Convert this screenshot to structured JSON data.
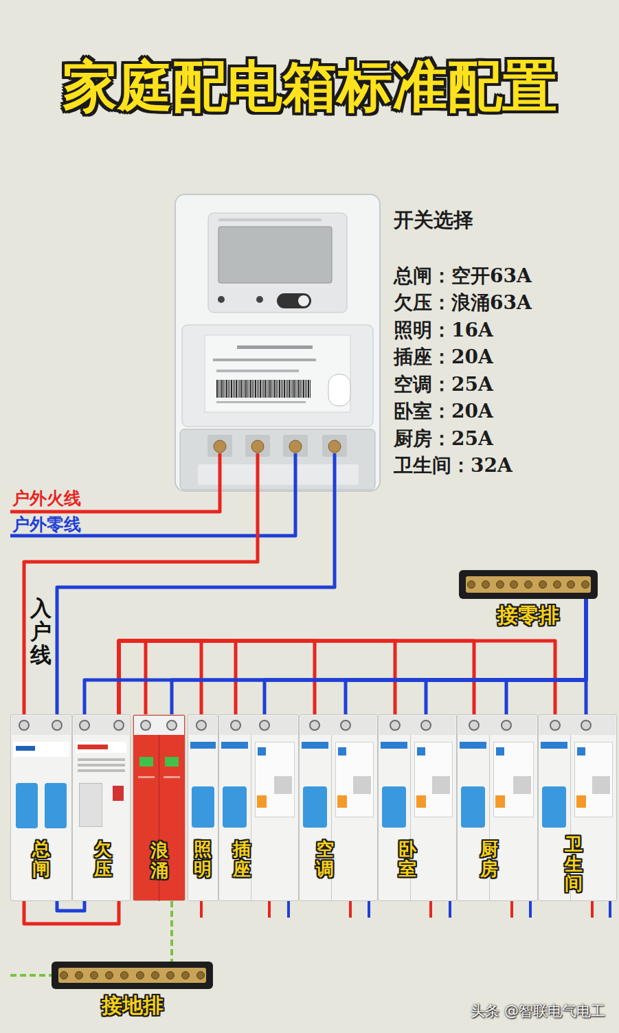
{
  "diagram": {
    "title": "家庭配电箱标准配置",
    "nodes": [
      {
        "text": [
          "接零排"
        ]
      },
      {
        "text": [
          "总闸"
        ]
      },
      {
        "text": [
          "欠压"
        ]
      },
      {
        "text": [
          "浪涌"
        ]
      },
      {
        "text": [
          "照明"
        ]
      },
      {
        "text": [
          "插座"
        ]
      },
      {
        "text": [
          "空调"
        ]
      },
      {
        "text": [
          "卧室"
        ]
      },
      {
        "text": [
          "厨房"
        ]
      },
      {
        "text": [
          "卫生间"
        ]
      },
      {
        "text": [
          "接地排"
        ]
      }
    ],
    "edges": [
      {
        "from": 1,
        "to": 2,
        "arrow": "none"
      },
      {
        "from": 1,
        "to": 2,
        "arrow": "none"
      },
      {
        "from": 2,
        "to": 3,
        "arrow": "none"
      },
      {
        "from": 2,
        "to": 4,
        "arrow": "none"
      },
      {
        "from": 2,
        "to": 5,
        "arrow": "none"
      },
      {
        "from": 2,
        "to": 6,
        "arrow": "none"
      },
      {
        "from": 2,
        "to": 7,
        "arrow": "none"
      },
      {
        "from": 2,
        "to": 8,
        "arrow": "none"
      },
      {
        "from": 2,
        "to": 9,
        "arrow": "none"
      },
      {
        "from": 0,
        "to": 2,
        "arrow": "none"
      },
      {
        "from": 0,
        "to": 3,
        "arrow": "none"
      },
      {
        "from": 0,
        "to": 5,
        "arrow": "none"
      },
      {
        "from": 0,
        "to": 6,
        "arrow": "none"
      },
      {
        "from": 0,
        "to": 7,
        "arrow": "none"
      },
      {
        "from": 0,
        "to": 8,
        "arrow": "none"
      },
      {
        "from": 0,
        "to": 9,
        "arrow": "none"
      },
      {
        "from": 3,
        "to": 10,
        "arrow": "none"
      }
    ],
    "labels": [
      "开关选择",
      "总闸：空开63A",
      "欠压：浪涌63A",
      "照明：16A",
      "插座：20A",
      "空调：25A",
      "卧室：20A",
      "厨房：25A",
      "卫生间：32A",
      "户外火线",
      "户外零线",
      "入户线",
      "头条 @智联电气电工"
    ]
  }
}
